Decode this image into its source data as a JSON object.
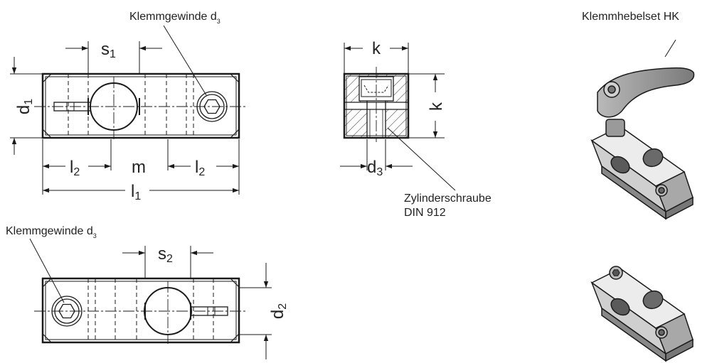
{
  "colors": {
    "line": "#1a1a1a",
    "hatch": "#333333",
    "fill_light": "#d9d9d9",
    "fill_mid": "#a9a9a9",
    "fill_dark": "#6e6e6e"
  },
  "icons": [
    "hex-socket-icon",
    "clamp-lever-icon"
  ],
  "callouts": {
    "klemmgewinde_top": {
      "text": "Klemmgewinde d",
      "sub": "3"
    },
    "klemmgewinde_bottom": {
      "text": "Klemmgewinde d",
      "sub": "3"
    },
    "klemmhebelset": "Klemmhebelset HK",
    "zylinderschraube_line1": "Zylinderschraube",
    "zylinderschraube_line2": "DIN 912"
  },
  "dimensions": {
    "s1": {
      "base": "s",
      "sub": "1"
    },
    "s2": {
      "base": "s",
      "sub": "2"
    },
    "d1": {
      "base": "d",
      "sub": "1"
    },
    "d2": {
      "base": "d",
      "sub": "2"
    },
    "d3": {
      "base": "d",
      "sub": "3"
    },
    "l1": {
      "base": "l",
      "sub": "1"
    },
    "l2_left": {
      "base": "l",
      "sub": "2"
    },
    "l2_right": {
      "base": "l",
      "sub": "2"
    },
    "m": "m",
    "k_top": "k",
    "k_side": "k"
  }
}
